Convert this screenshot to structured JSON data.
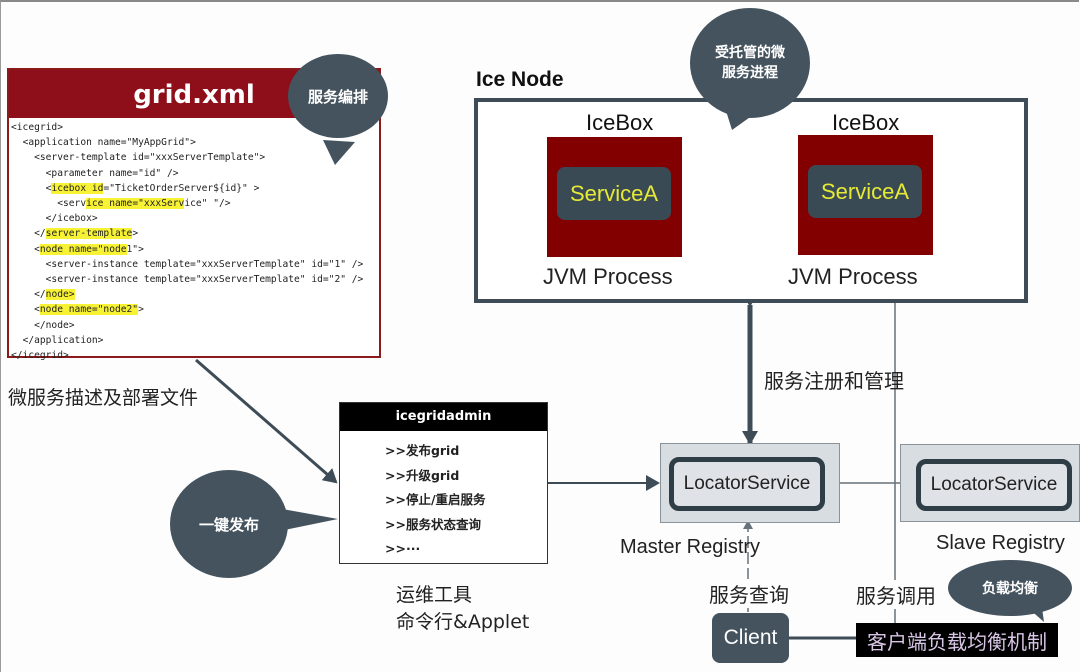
{
  "xml_panel": {
    "title": "grid.xml",
    "code_lines": [
      {
        "indent": "",
        "parts": [
          {
            "t": "<icegrid>",
            "h": false
          }
        ]
      },
      {
        "indent": "  ",
        "parts": [
          {
            "t": "<application name=\"MyAppGrid\">",
            "h": false
          }
        ]
      },
      {
        "indent": "    ",
        "parts": [
          {
            "t": "<server-template id=\"xxxServerTemplate\">",
            "h": false
          }
        ]
      },
      {
        "indent": "      ",
        "parts": [
          {
            "t": "<parameter name=\"id\" />",
            "h": false
          }
        ]
      },
      {
        "indent": "      ",
        "parts": [
          {
            "t": "<",
            "h": false
          },
          {
            "t": "icebox id",
            "h": true
          },
          {
            "t": "=\"TicketOrderServer${id}\" >",
            "h": false
          }
        ]
      },
      {
        "indent": "        ",
        "parts": [
          {
            "t": "<serv",
            "h": false
          },
          {
            "t": "ice name=\"xxxServ",
            "h": true
          },
          {
            "t": "ice\" \"/>",
            "h": false
          }
        ]
      },
      {
        "indent": "      ",
        "parts": [
          {
            "t": "</icebox>",
            "h": false
          }
        ]
      },
      {
        "indent": "    ",
        "parts": [
          {
            "t": "</",
            "h": false
          },
          {
            "t": "server-template",
            "h": true
          },
          {
            "t": ">",
            "h": false
          }
        ]
      },
      {
        "indent": "    ",
        "parts": [
          {
            "t": "<",
            "h": false
          },
          {
            "t": "node name=\"node",
            "h": true
          },
          {
            "t": "1\">",
            "h": false
          }
        ]
      },
      {
        "indent": "      ",
        "parts": [
          {
            "t": "<server-instance template=\"xxxServerTemplate\" id=\"1\" />",
            "h": false
          }
        ]
      },
      {
        "indent": "      ",
        "parts": [
          {
            "t": "<server-instance template=\"xxxServerTemplate\" id=\"2\" />",
            "h": false
          }
        ]
      },
      {
        "indent": "    ",
        "parts": [
          {
            "t": "</",
            "h": false
          },
          {
            "t": "node>",
            "h": true
          }
        ]
      },
      {
        "indent": "    ",
        "parts": [
          {
            "t": "<",
            "h": false
          },
          {
            "t": "node name=\"node2\"",
            "h": true
          },
          {
            "t": ">",
            "h": false
          }
        ]
      },
      {
        "indent": "    ",
        "parts": [
          {
            "t": "</node>",
            "h": false
          }
        ]
      },
      {
        "indent": "  ",
        "parts": [
          {
            "t": "</application>",
            "h": false
          }
        ]
      },
      {
        "indent": "",
        "parts": [
          {
            "t": "</icegrid>",
            "h": false
          }
        ]
      }
    ],
    "caption": "微服务描述及部署文件"
  },
  "bubbles": {
    "orchestration": "服务编排",
    "managed_process_line1": "受托管的微",
    "managed_process_line2": "服务进程",
    "one_click_publish": "一键发布",
    "load_balance": "负载均衡"
  },
  "ice_node": {
    "title": "Ice Node",
    "iceboxes": [
      {
        "title": "IceBox",
        "service": "ServiceA",
        "process_label": "JVM Process"
      },
      {
        "title": "IceBox",
        "service": "ServiceA",
        "process_label": "JVM Process"
      }
    ]
  },
  "admin": {
    "title": "icegridadmin",
    "commands": [
      ">>发布grid",
      ">>升级grid",
      ">>停止/重启服务",
      ">>服务状态查询",
      ">>···"
    ],
    "caption_line1": "运维工具",
    "caption_line2": "命令行&Applet"
  },
  "registry": {
    "master": {
      "service": "LocatorService",
      "label": "Master Registry"
    },
    "slave": {
      "service": "LocatorService",
      "label": "Slave Registry"
    },
    "register_manage_label": "服务注册和管理",
    "query_label": "服务查询",
    "invoke_label": "服务调用"
  },
  "client": {
    "label": "Client",
    "load_balancer_label": "客户端负载均衡机制"
  },
  "colors": {
    "dark_red": "#820000",
    "slate": "#44535e",
    "service_text": "#e6ea35",
    "highlight": "#f8f234"
  }
}
